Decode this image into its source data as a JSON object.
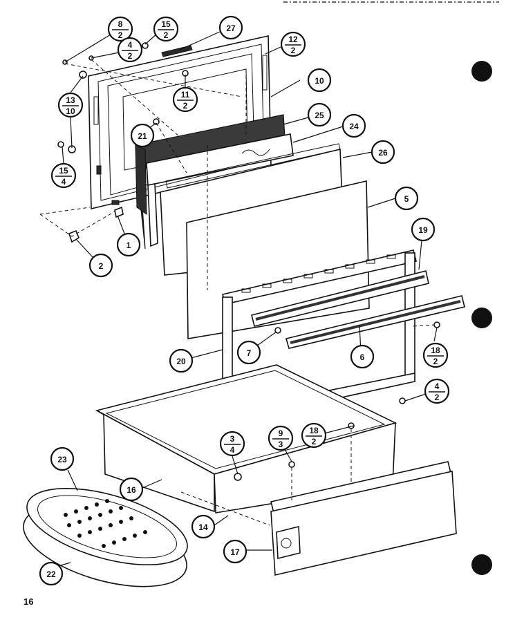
{
  "page_number": "16",
  "callouts": [
    {
      "id": "c-8-2",
      "top": "8",
      "bottom": "2"
    },
    {
      "id": "c-4-2a",
      "top": "4",
      "bottom": "2"
    },
    {
      "id": "c-15-2",
      "top": "15",
      "bottom": "2"
    },
    {
      "id": "c-27",
      "label": "27"
    },
    {
      "id": "c-12-2",
      "top": "12",
      "bottom": "2"
    },
    {
      "id": "c-13-10",
      "top": "13",
      "bottom": "10"
    },
    {
      "id": "c-11-2",
      "top": "11",
      "bottom": "2"
    },
    {
      "id": "c-10",
      "label": "10"
    },
    {
      "id": "c-21",
      "label": "21"
    },
    {
      "id": "c-25",
      "label": "25"
    },
    {
      "id": "c-24",
      "label": "24"
    },
    {
      "id": "c-15-4",
      "top": "15",
      "bottom": "4"
    },
    {
      "id": "c-26",
      "label": "26"
    },
    {
      "id": "c-5",
      "label": "5"
    },
    {
      "id": "c-1",
      "label": "1"
    },
    {
      "id": "c-2",
      "label": "2"
    },
    {
      "id": "c-19",
      "label": "19"
    },
    {
      "id": "c-18-2a",
      "top": "18",
      "bottom": "2"
    },
    {
      "id": "c-7",
      "label": "7"
    },
    {
      "id": "c-6",
      "label": "6"
    },
    {
      "id": "c-20",
      "label": "20"
    },
    {
      "id": "c-4-2b",
      "top": "4",
      "bottom": "2"
    },
    {
      "id": "c-3-4",
      "top": "3",
      "bottom": "4"
    },
    {
      "id": "c-9-3",
      "top": "9",
      "bottom": "3"
    },
    {
      "id": "c-18-2b",
      "top": "18",
      "bottom": "2"
    },
    {
      "id": "c-23",
      "label": "23"
    },
    {
      "id": "c-16",
      "label": "16"
    },
    {
      "id": "c-14",
      "label": "14"
    },
    {
      "id": "c-17",
      "label": "17"
    },
    {
      "id": "c-22",
      "label": "22"
    }
  ]
}
